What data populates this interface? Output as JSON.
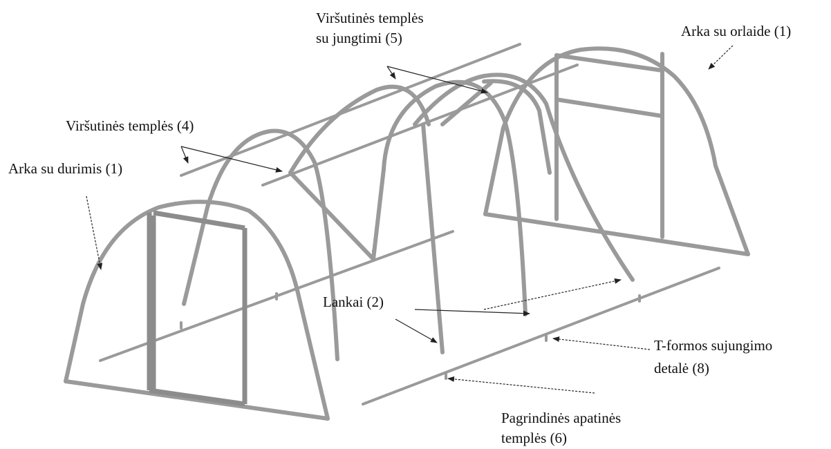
{
  "labels": {
    "top_ties_jointed_line1": "Viršutinės templės",
    "top_ties_jointed_line2": "su jungtimi (5)",
    "arch_with_vent": "Arka su orlaide (1)",
    "top_ties": "Viršutinės templės (4)",
    "arch_with_door": "Arka su durimis (1)",
    "hoops": "Lankai (2)",
    "t_joint_line1": "T-formos sujungimo",
    "t_joint_line2": "detalė (8)",
    "bottom_ties_line1": "Pagrindinės apatinės",
    "bottom_ties_line2": "templės (6)"
  },
  "colors": {
    "frame": "#9a9a9a",
    "text": "#111111"
  }
}
